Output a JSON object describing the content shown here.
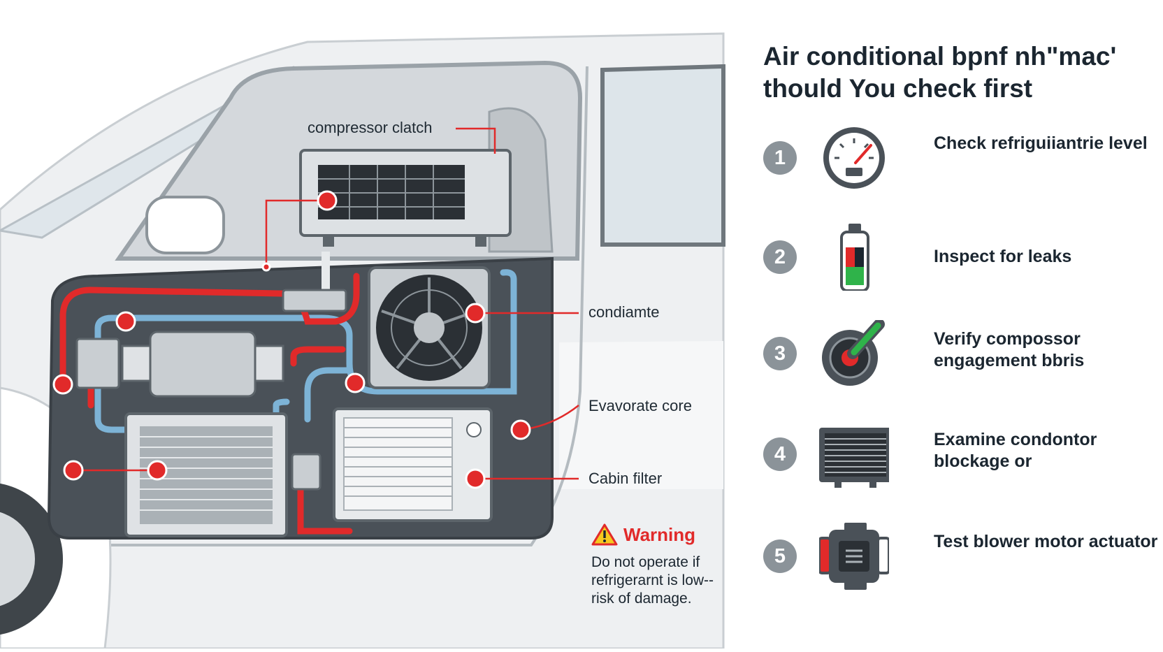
{
  "title": {
    "line1": "Air conditional bpnf nh\"mac'",
    "line2": "thould You check first"
  },
  "callouts": {
    "compressor_clutch": "compressor clatch",
    "condenser": "condiamte",
    "evaporator": "Evavorate core",
    "cabin_filter": "Cabin filter"
  },
  "warning": {
    "title": "Warning",
    "text": "Do not operate if refrigerarnt is low-- risk of damage."
  },
  "steps": [
    {
      "number": "1",
      "label": "Check refriguiiantrie level",
      "icon": "gauge-icon"
    },
    {
      "number": "2",
      "label": "Inspect for leaks",
      "icon": "refrigerant-can-icon"
    },
    {
      "number": "3",
      "label": "Verify compossor engagement bbris",
      "icon": "compressor-clutch-icon"
    },
    {
      "number": "4",
      "label": "Examine condontor blockage or",
      "icon": "filter-icon"
    },
    {
      "number": "5",
      "label": "Test blower motor actuator",
      "icon": "blower-motor-icon"
    }
  ],
  "colors": {
    "accent_red": "#e12a2a",
    "hose_blue": "#7db3d6",
    "panel_dark": "#4a5158",
    "badge_gray": "#8b9399",
    "gauge_green": "#2fb34a"
  }
}
